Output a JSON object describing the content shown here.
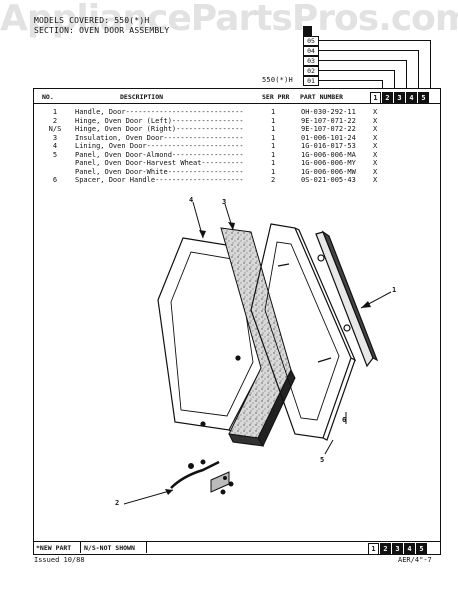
{
  "watermark": "AppliancePartsPros.com",
  "header": {
    "line1": "MODELS COVERED: 550(*)H",
    "line2": "SECTION: OVEN DOOR ASSEMBLY",
    "model_label": "550(*)H"
  },
  "version_codes": [
    "05",
    "04",
    "03",
    "02",
    "01"
  ],
  "columns": {
    "no": "NO.",
    "description": "DESCRIPTION",
    "ser_prr": "SER PRR",
    "part_number": "PART NUMBER"
  },
  "column_boxes": [
    "1",
    "2",
    "3",
    "4",
    "5"
  ],
  "parts": [
    {
      "no": "1",
      "desc": "Handle, Door----------------------------",
      "qty": "1",
      "pn": "OH-030-292-11",
      "mark": "X"
    },
    {
      "no": "2",
      "desc": "Hinge, Oven Door (Left)-----------------",
      "qty": "1",
      "pn": "9E-107-071-22",
      "mark": "X"
    },
    {
      "no": "N/S",
      "desc": "Hinge, Oven Door (Right)----------------",
      "qty": "1",
      "pn": "9E-107-072-22",
      "mark": "X"
    },
    {
      "no": "3",
      "desc": "Insulation, Oven Door-------------------",
      "qty": "1",
      "pn": "01-006-101-24",
      "mark": "X"
    },
    {
      "no": "4",
      "desc": "Lining, Oven Door-----------------------",
      "qty": "1",
      "pn": "1G-016-017-53",
      "mark": "X"
    },
    {
      "no": "5",
      "desc": "Panel, Oven Door-Almond-----------------",
      "qty": "1",
      "pn": "1G-006-006-MA",
      "mark": "X"
    },
    {
      "no": "",
      "desc": "Panel, Oven Door-Harvest Wheat----------",
      "qty": "1",
      "pn": "1G-006-006-MY",
      "mark": "X"
    },
    {
      "no": "",
      "desc": "Panel, Oven Door-White------------------",
      "qty": "1",
      "pn": "1G-006-006-MW",
      "mark": "X"
    },
    {
      "no": "6",
      "desc": "Spacer, Door Handle---------------------",
      "qty": "2",
      "pn": "0S-021-005-43",
      "mark": "X"
    }
  ],
  "callouts": {
    "c1": "1",
    "c2": "2",
    "c3": "3",
    "c4": "4",
    "c5": "5",
    "c6": "6"
  },
  "legend": {
    "new_part": "*NEW PART",
    "not_shown": "N/S-NOT SHOWN"
  },
  "footer": {
    "issued": "Issued 10/88",
    "code": "AER/4\"-7"
  }
}
